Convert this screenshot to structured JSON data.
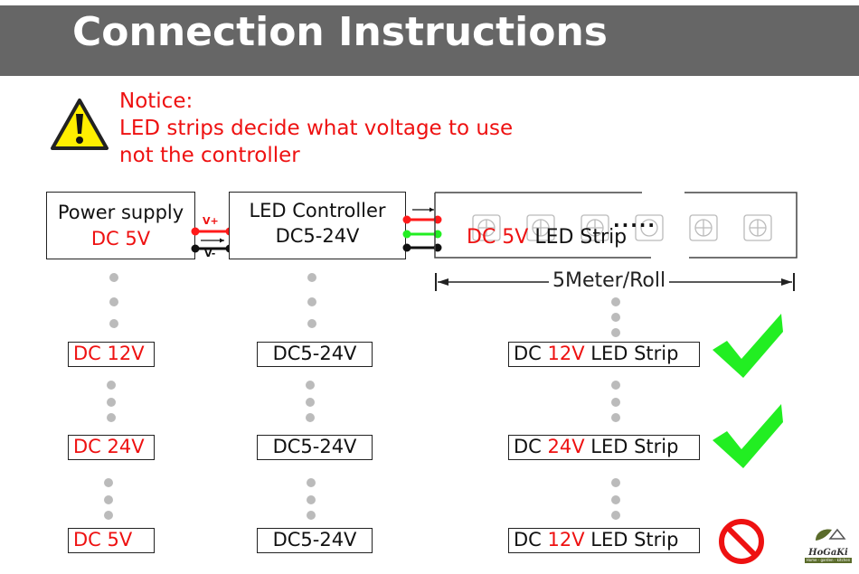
{
  "header": {
    "title": "Connection Instructions"
  },
  "notice": {
    "icon": "warning-triangle-icon",
    "line1": "Notice:",
    "line2": "LED strips decide what voltage to use",
    "line3": "not the controller",
    "color": "#ee1111"
  },
  "diagram": {
    "power_supply": {
      "label": "Power supply",
      "voltage": "DC 5V"
    },
    "wire_labels": {
      "positive": "V+",
      "negative": "V-"
    },
    "controller": {
      "label": "LED Controller",
      "voltage": "DC5-24V"
    },
    "strip": {
      "voltage": "DC 5V",
      "label": "LED Strip",
      "ellipsis": "....."
    },
    "length": "5Meter/Roll",
    "wire_colors": {
      "red": "#ff1a1a",
      "green": "#22ee22",
      "black": "#111111"
    }
  },
  "rows": [
    {
      "supply": "DC 12V",
      "controller": "DC5-24V",
      "strip_prefix": "DC ",
      "strip_voltage": "12V",
      "strip_suffix": " LED Strip",
      "result": "check",
      "result_icon": "checkmark-icon"
    },
    {
      "supply": "DC 24V",
      "controller": "DC5-24V",
      "strip_prefix": "DC ",
      "strip_voltage": "24V",
      "strip_suffix": " LED Strip",
      "result": "check",
      "result_icon": "checkmark-icon"
    },
    {
      "supply": "DC 5V",
      "controller": "DC5-24V",
      "strip_prefix": "DC ",
      "strip_voltage": "12V",
      "strip_suffix": " LED Strip",
      "result": "prohibited",
      "result_icon": "prohibited-icon"
    }
  ],
  "colors": {
    "header_bg": "#666666",
    "accent_red": "#ee1111",
    "check_green": "#22ee22",
    "prohibit_red": "#ee1111"
  },
  "logo": {
    "name": "HoGaKi",
    "tagline": "Home - garden - kitchen"
  }
}
